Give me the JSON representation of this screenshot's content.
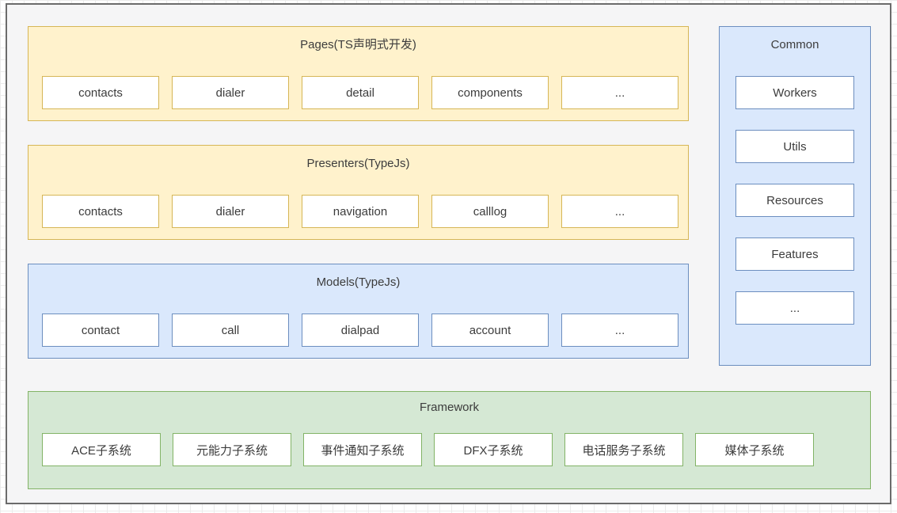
{
  "colors": {
    "yellow_fill": "#FFF2CC",
    "yellow_stroke": "#D6B656",
    "blue_fill": "#DAE8FC",
    "blue_stroke": "#6C8EBF",
    "green_fill": "#D5E8D4",
    "green_stroke": "#82B366",
    "frame_fill": "#F5F5F6",
    "frame_stroke": "#6B6B6B",
    "grid_line": "#EBEBEB"
  },
  "sections": {
    "pages": {
      "title": "Pages(TS声明式开发)",
      "items": [
        "contacts",
        "dialer",
        "detail",
        "components",
        "..."
      ]
    },
    "presenters": {
      "title": "Presenters(TypeJs)",
      "items": [
        "contacts",
        "dialer",
        "navigation",
        "calllog",
        "..."
      ]
    },
    "models": {
      "title": "Models(TypeJs)",
      "items": [
        "contact",
        "call",
        "dialpad",
        "account",
        "..."
      ]
    },
    "common": {
      "title": "Common",
      "items": [
        "Workers",
        "Utils",
        "Resources",
        "Features",
        "..."
      ]
    },
    "framework": {
      "title": "Framework",
      "items": [
        "ACE子系统",
        "元能力子系统",
        "事件通知子系统",
        "DFX子系统",
        "电话服务子系统",
        "媒体子系统"
      ]
    }
  }
}
